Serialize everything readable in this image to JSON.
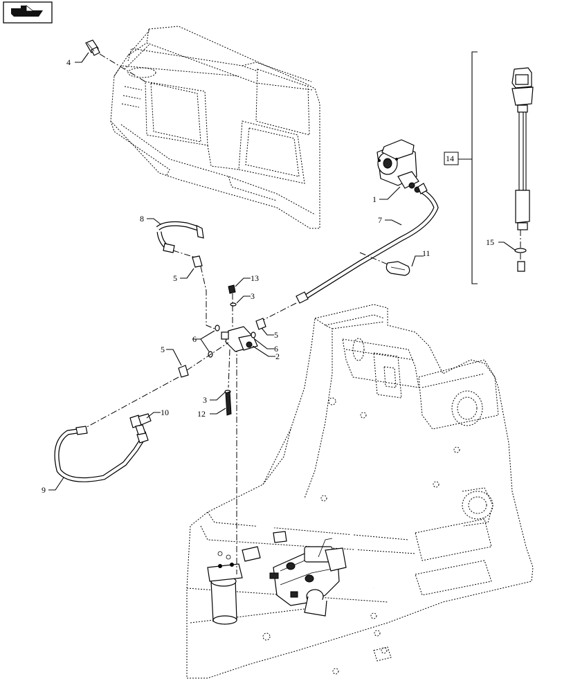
{
  "nav_icon": {
    "name": "navigation-arrow-icon"
  },
  "callouts": {
    "c1": "1",
    "c2": "2",
    "c3a": "3",
    "c3b": "3",
    "c4": "4",
    "c5a": "5",
    "c5b": "5",
    "c5c": "5",
    "c6a": "6",
    "c6b": "6",
    "c7": "7",
    "c8": "8",
    "c9": "9",
    "c10": "10",
    "c11": "11",
    "c12": "12",
    "c13": "13",
    "c14": "14",
    "c15": "15"
  }
}
